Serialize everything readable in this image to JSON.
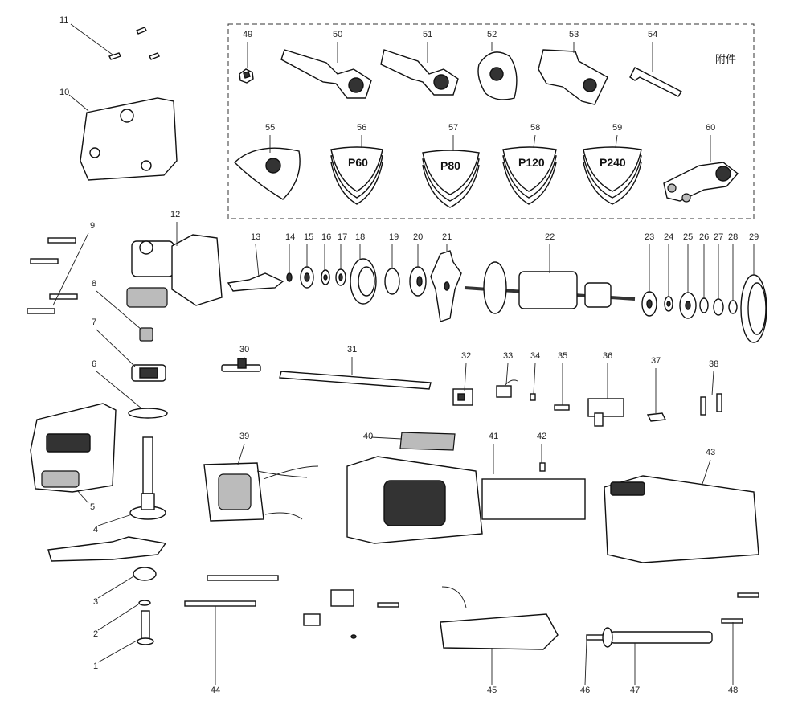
{
  "accessory_box_label": "附件",
  "callouts": [
    "1",
    "2",
    "3",
    "4",
    "5",
    "6",
    "7",
    "8",
    "9",
    "10",
    "11",
    "12",
    "13",
    "14",
    "15",
    "16",
    "17",
    "18",
    "19",
    "20",
    "21",
    "22",
    "23",
    "24",
    "25",
    "26",
    "27",
    "28",
    "29",
    "30",
    "31",
    "32",
    "33",
    "34",
    "35",
    "36",
    "37",
    "38",
    "39",
    "40",
    "41",
    "42",
    "43",
    "44",
    "45",
    "46",
    "47",
    "48",
    "49",
    "50",
    "51",
    "52",
    "53",
    "54",
    "55",
    "56",
    "57",
    "58",
    "59",
    "60"
  ],
  "sanding_pad_grits": [
    "P60",
    "P80",
    "P120",
    "P240"
  ],
  "colors": {
    "line": "#111111",
    "background": "#ffffff"
  }
}
